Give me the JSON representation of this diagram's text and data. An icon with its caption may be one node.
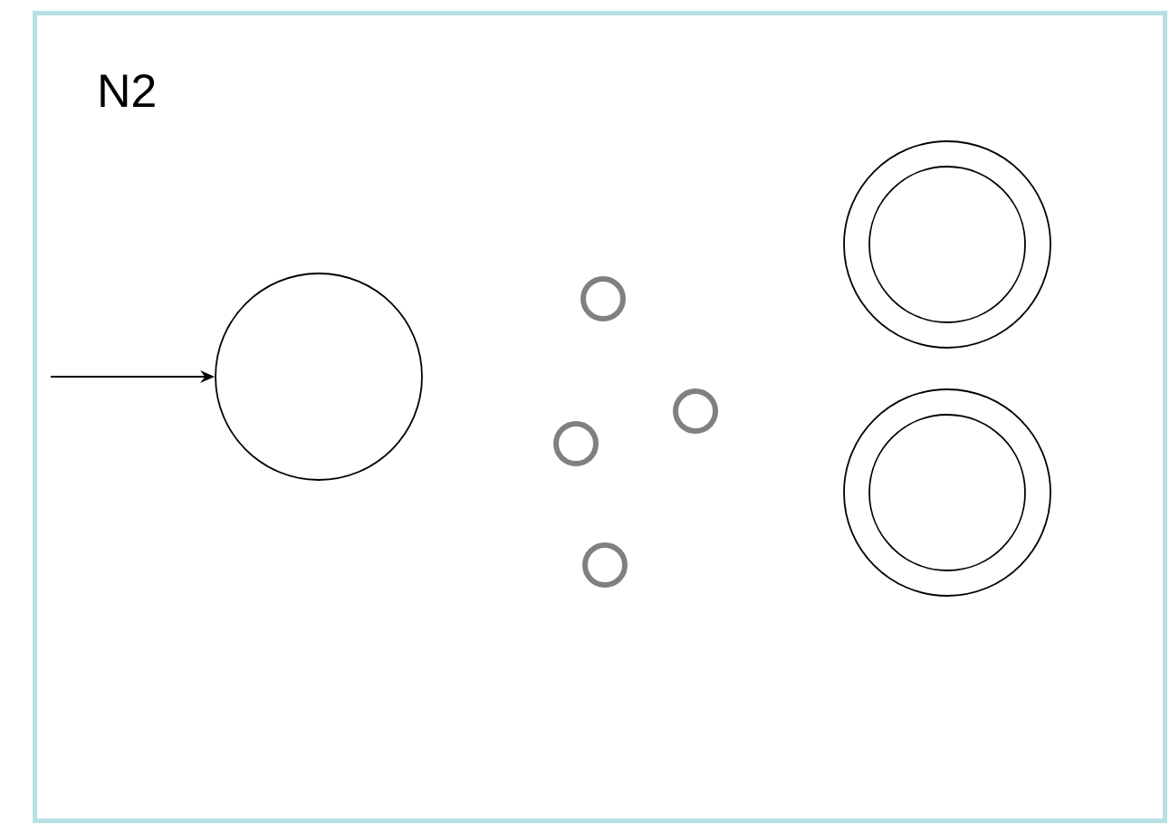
{
  "diagram": {
    "nodes": [
      {
        "text": [
          "N2"
        ]
      },
      {
        "text": [],
        "shape": "circle",
        "in": 0
      },
      {
        "text": [],
        "shape": "circle",
        "in": 0
      },
      {
        "text": [],
        "shape": "circle",
        "in": 0
      },
      {
        "text": [],
        "shape": "circle",
        "in": 0
      },
      {
        "text": [],
        "shape": "circle",
        "in": 0
      },
      {
        "text": [],
        "shape": "ring",
        "in": 0
      },
      {
        "text": [],
        "shape": "ring",
        "in": 0
      }
    ],
    "edges": [
      {
        "from": null,
        "to": 1,
        "arrow": "to"
      }
    ]
  }
}
